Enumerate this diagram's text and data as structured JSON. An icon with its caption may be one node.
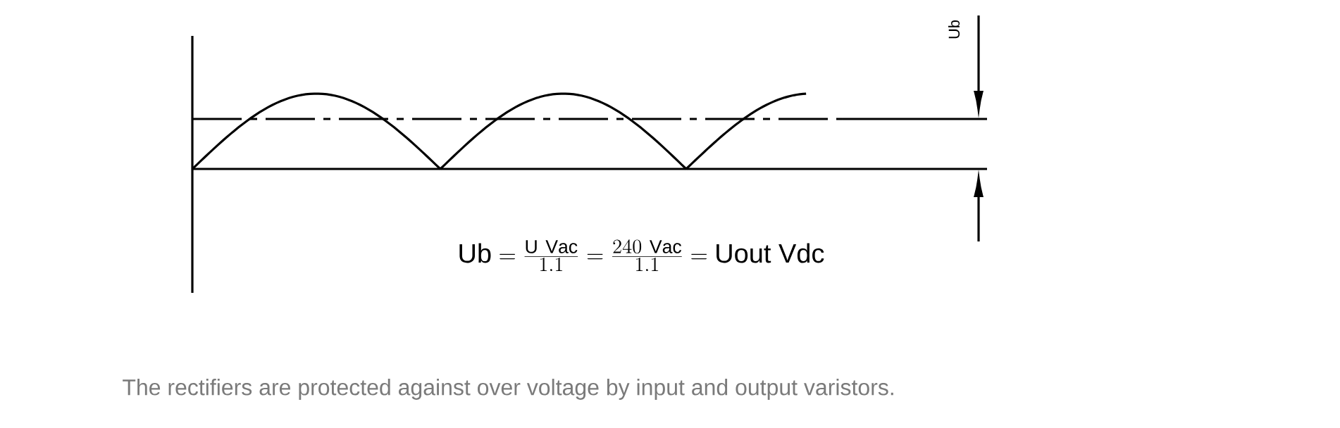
{
  "diagram": {
    "caption": "The rectifiers are protected against over voltage by input and output varistors.",
    "labels": [
      "Ub",
      "\\mathrm{Ub} = \\frac{\\mathrm{U\\ Vac}}{1.1} = \\frac{240\\ \\mathrm{Vac}}{1.1} = \\mathrm{Uout\\ Vdc}"
    ]
  }
}
